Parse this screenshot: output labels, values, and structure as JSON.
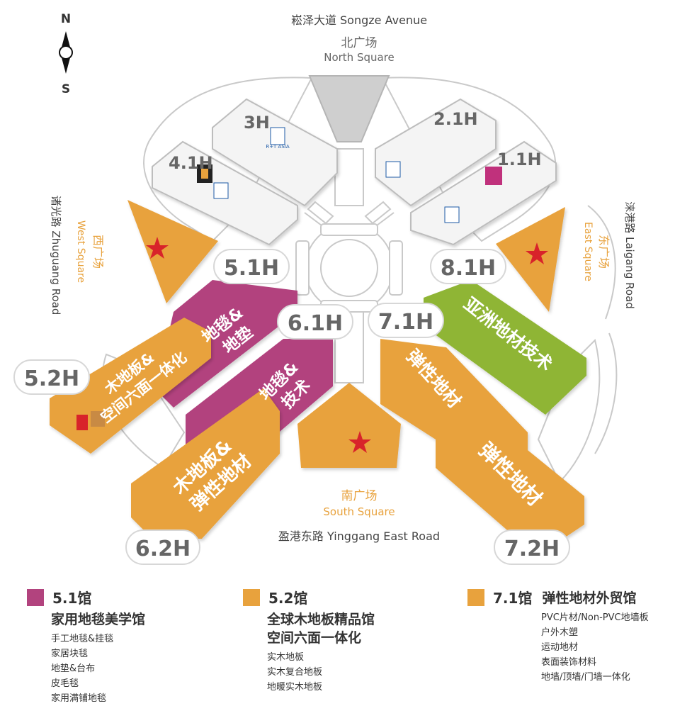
{
  "compass": {
    "north": "N",
    "south": "S"
  },
  "roads": {
    "north": "崧泽大道 Songze Avenue",
    "south": "盈港东路 Yinggang East Road",
    "west": "诸光路 Zhuguang Road",
    "east": "涞港路 Laigang Road"
  },
  "squares": {
    "north": {
      "zh": "北广场",
      "en": "North Square"
    },
    "south": {
      "zh": "南广场",
      "en": "South Square"
    },
    "west": {
      "zh": "西广场",
      "en": "West Square"
    },
    "east": {
      "zh": "东广场",
      "en": "East Square"
    }
  },
  "halls": {
    "h3": "3H",
    "h41": "4.1H",
    "h21": "2.1H",
    "h11": "1.1H",
    "h51": "5.1H",
    "h52": "5.2H",
    "h61": "6.1H",
    "h62": "6.2H",
    "h71": "7.1H",
    "h72": "7.2H",
    "h81": "8.1H"
  },
  "hall_labels": {
    "h51": [
      "地毯&",
      "地垫"
    ],
    "h52": [
      "木地板&",
      "空间六面一体化"
    ],
    "h61": [
      "地毯&",
      "技术"
    ],
    "h62": [
      "木地板&",
      "弹性地材"
    ],
    "h71": [
      "弹性地材"
    ],
    "h72": [
      "弹性地材"
    ],
    "h81": [
      "亚洲地材技术"
    ]
  },
  "logos": {
    "rt": "R+T ASIA"
  },
  "colors": {
    "magenta": "#b2437e",
    "orange": "#e8a23d",
    "green": "#8fb534",
    "star": "#d8232a",
    "hall_grey": "#f4f4f4",
    "label_grey": "#666666"
  },
  "legend": [
    {
      "hall": "5.1馆",
      "title": "家用地毯美学馆",
      "subtitle": "",
      "color": "#b2437e",
      "items": [
        "手工地毯&挂毯",
        "家居块毯",
        "地垫&台布",
        "皮毛毯",
        "家用满铺地毯"
      ]
    },
    {
      "hall": "5.2馆",
      "title": "全球木地板精品馆",
      "subtitle": "空间六面一体化",
      "color": "#e8a23d",
      "items": [
        "实木地板",
        "实木复合地板",
        "地暖实木地板"
      ]
    },
    {
      "hall": "7.1馆",
      "title": "弹性地材外贸馆",
      "subtitle": "",
      "color": "#e8a23d",
      "items": [
        "PVC片材/Non-PVC地墙板",
        "户外木塑",
        "运动地材",
        "表面装饰材料",
        "地墙/顶墙/门墙一体化"
      ]
    }
  ]
}
